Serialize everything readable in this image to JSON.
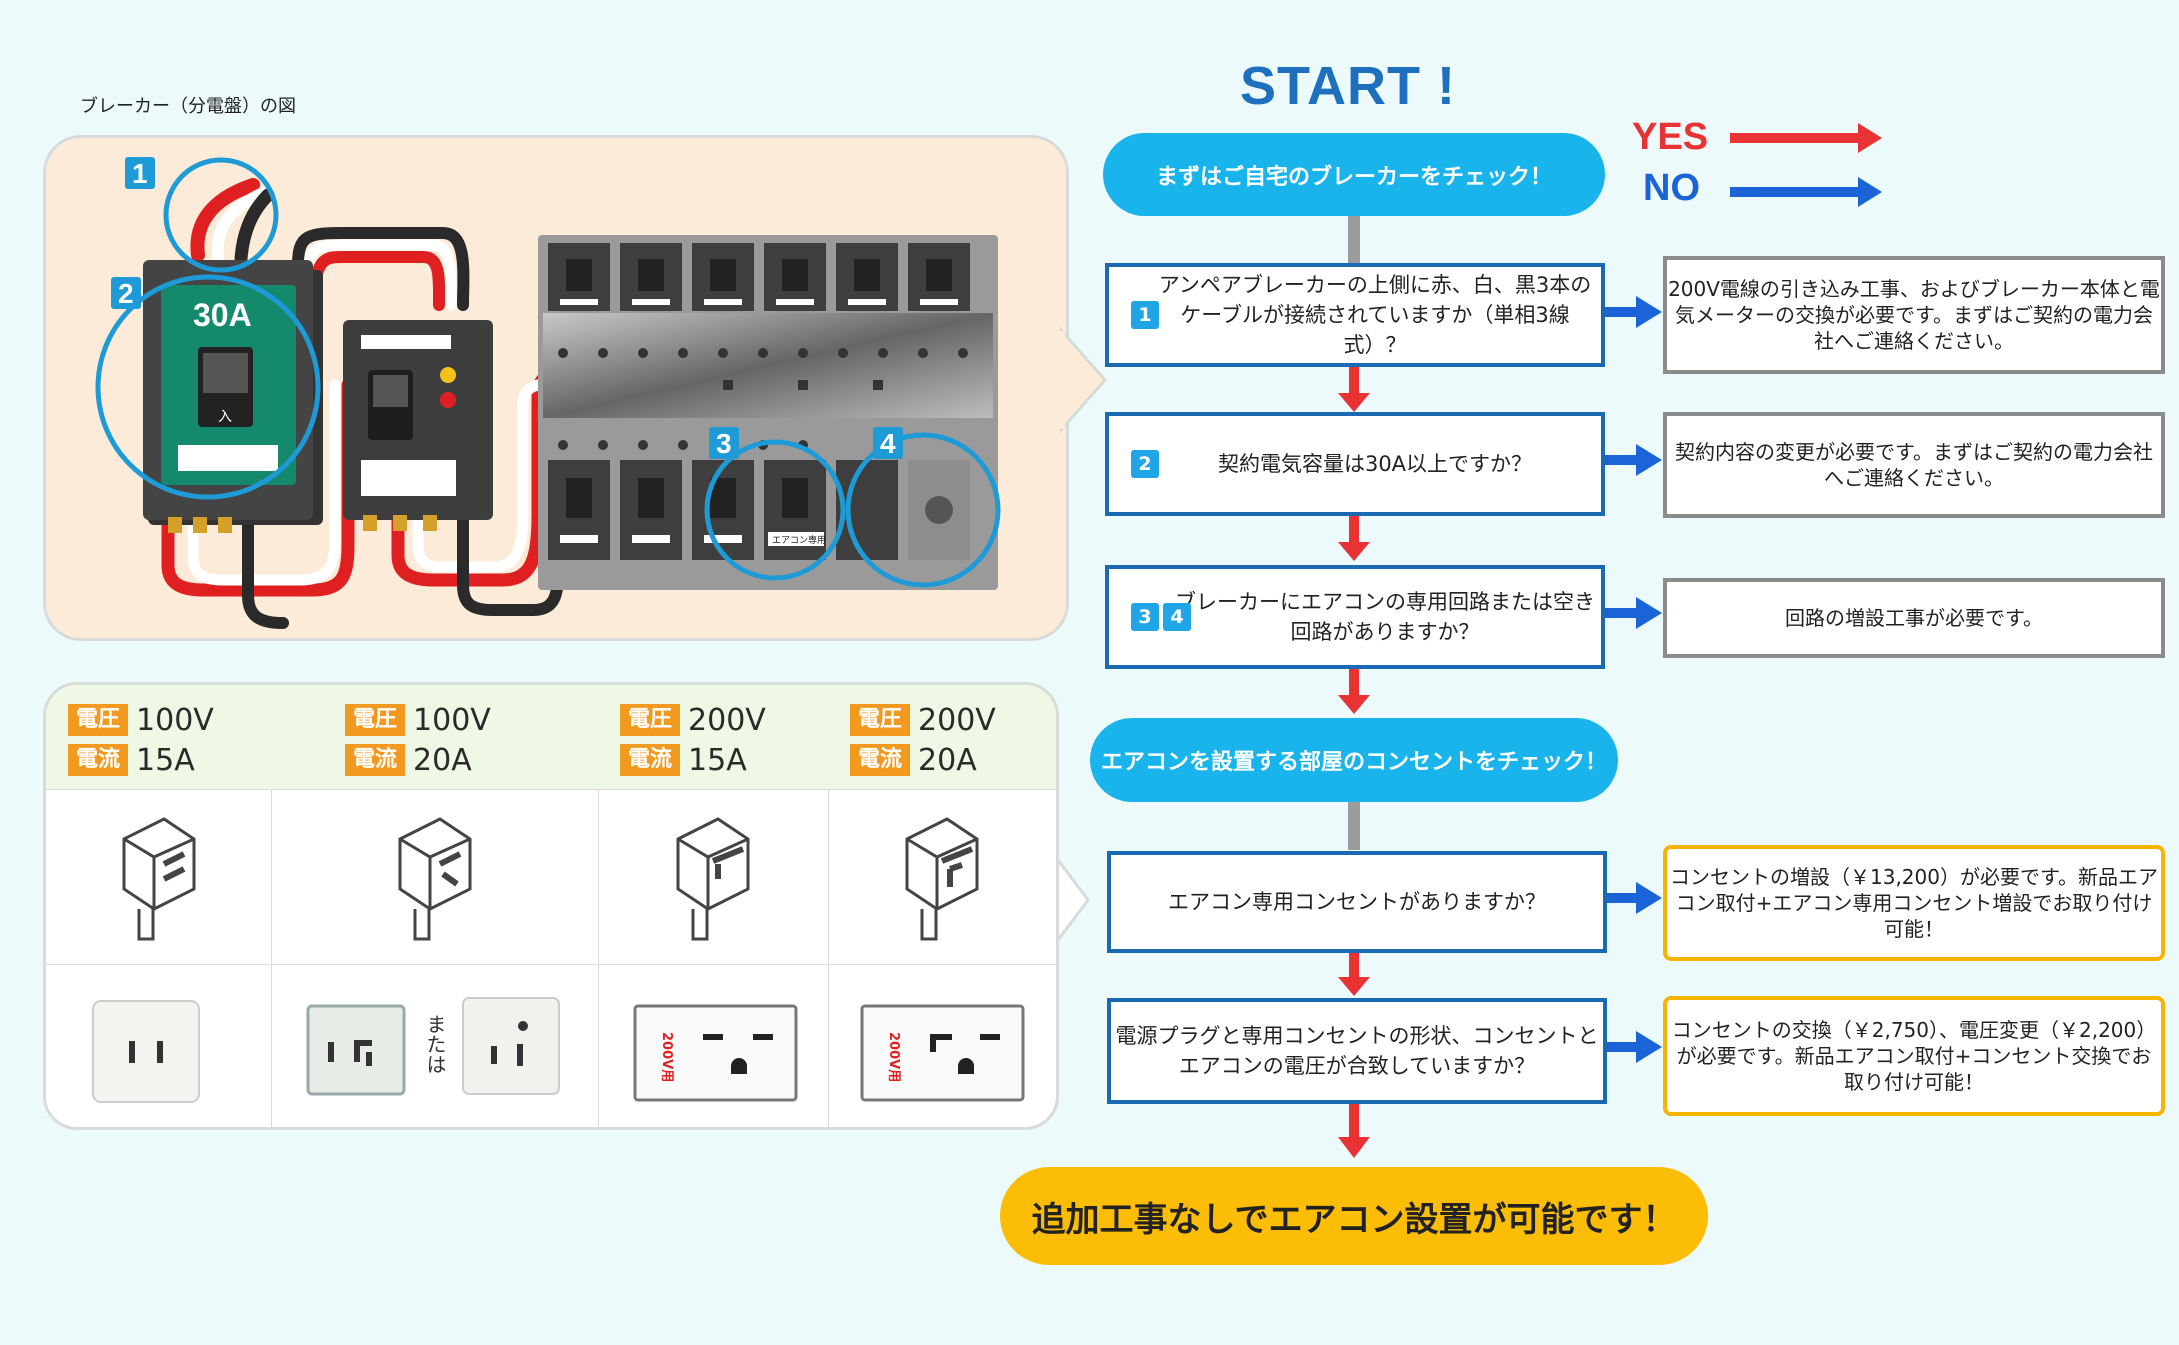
{
  "breaker_panel": {
    "title": "ブレーカー（分電盤）の図",
    "ampere_label": "30A",
    "switch_label": "入",
    "dedicated_label": "エアコン専用",
    "markers": [
      "1",
      "2",
      "3",
      "4"
    ]
  },
  "outlet_table": {
    "voltage_tag": "電圧",
    "current_tag": "電流",
    "or_label": "または",
    "outlet_200v_label": "200V用",
    "columns": [
      {
        "voltage": "100V",
        "current": "15A"
      },
      {
        "voltage": "100V",
        "current": "20A"
      },
      {
        "voltage": "200V",
        "current": "15A"
      },
      {
        "voltage": "200V",
        "current": "20A"
      }
    ]
  },
  "flow": {
    "start": "START !",
    "legend": {
      "yes": "YES",
      "no": "NO",
      "yes_color": "#e93234",
      "no_color": "#1a64d8"
    },
    "check_breaker": "まずはご自宅のブレーカーをチェック！",
    "q1": {
      "badges": [
        "1"
      ],
      "text": "アンペアブレーカーの上側に赤、白、黒3本のケーブルが接続されていますか（単相3線式）？"
    },
    "a1": "200V電線の引き込み工事、およびブレーカー本体と電気メーターの交換が必要です。まずはご契約の電力会社へご連絡ください。",
    "q2": {
      "badges": [
        "2"
      ],
      "text": "契約電気容量は30A以上ですか？"
    },
    "a2": "契約内容の変更が必要です。まずはご契約の電力会社へご連絡ください。",
    "q3": {
      "badges": [
        "3",
        "4"
      ],
      "text": "ブレーカーにエアコンの専用回路または空き回路がありますか？"
    },
    "a3": "回路の増設工事が必要です。",
    "check_outlet": "エアコンを設置する部屋のコンセントをチェック！",
    "q4": {
      "text": "エアコン専用コンセントがありますか？"
    },
    "a4": "コンセントの増設（￥13,200）が必要です。新品エアコン取付+エアコン専用コンセント増設でお取り付け可能！",
    "q5": {
      "text": "電源プラグと専用コンセントの形状、コンセントとエアコンの電圧が合致していますか？"
    },
    "a5": "コンセントの交換（￥2,750）、電圧変更（￥2,200）が必要です。新品エアコン取付+コンセント交換でお取り付け可能！",
    "final": "追加工事なしでエアコン設置が可能です！"
  }
}
